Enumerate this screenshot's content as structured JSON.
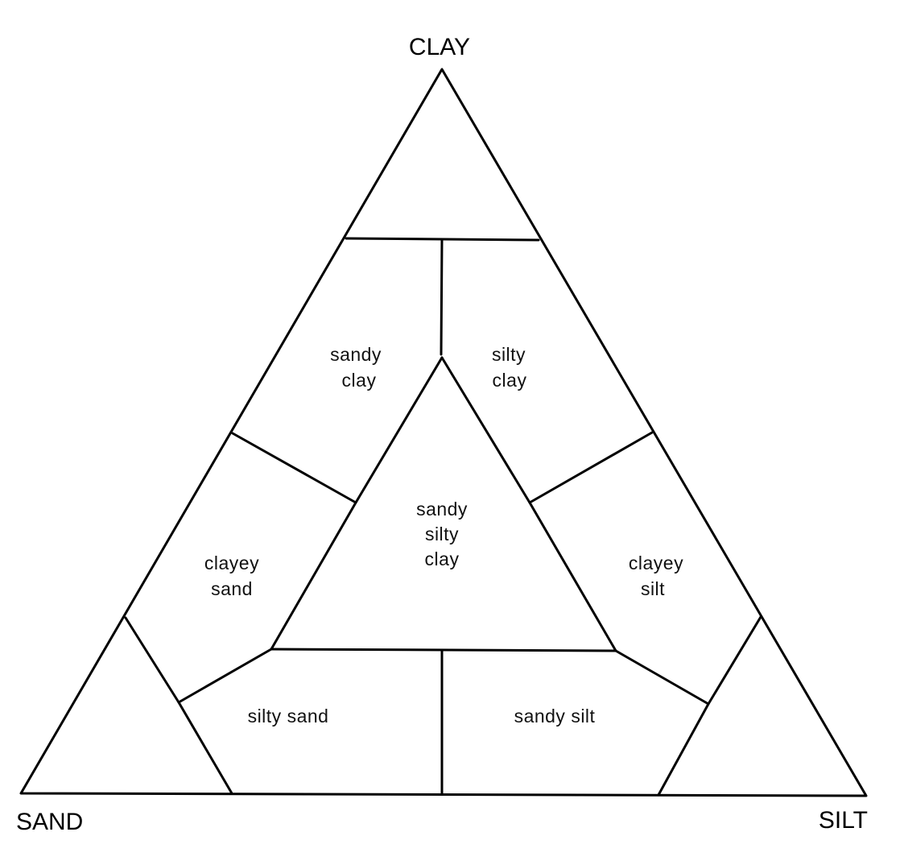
{
  "vertices": {
    "top": "CLAY",
    "bottom_left": "SAND",
    "bottom_right": "SILT"
  },
  "regions": {
    "sandy_clay": [
      "sandy",
      "clay"
    ],
    "silty_clay": [
      "silty",
      "clay"
    ],
    "sandy_silty_clay": [
      "sandy",
      "silty",
      "clay"
    ],
    "clayey_sand": [
      "clayey",
      "sand"
    ],
    "clayey_silt": [
      "clayey",
      "silt"
    ],
    "silty_sand": [
      "silty sand"
    ],
    "sandy_silt": [
      "sandy silt"
    ]
  },
  "colors": {
    "line": "#000000",
    "background": "#ffffff"
  }
}
